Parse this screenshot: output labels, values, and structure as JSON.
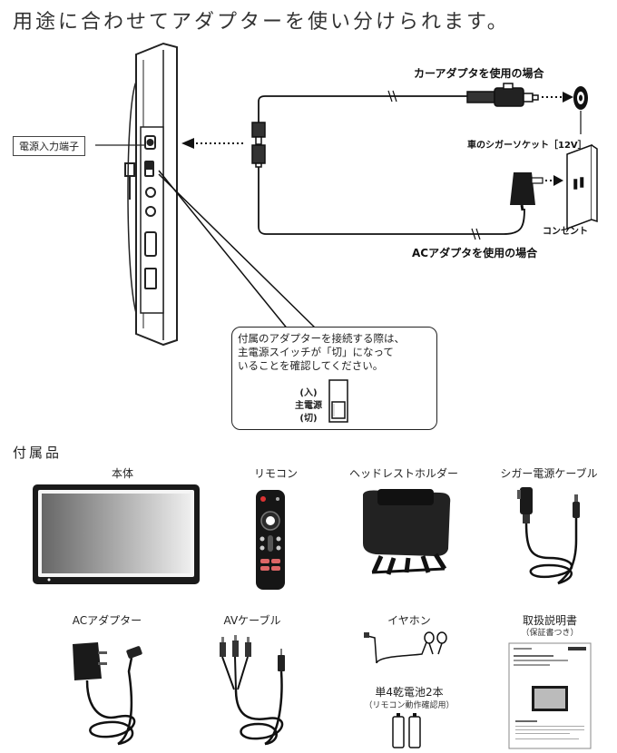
{
  "headline": "用途に合わせてアダプターを使い分けられます。",
  "diagram": {
    "power_port_label": "電源入力端子",
    "car_adapter_label": "カーアダプタを使用の場合",
    "cigar_socket_label": "車のシガーソケット［12V］",
    "outlet_label": "コンセント",
    "ac_adapter_label": "ACアダプタを使用の場合",
    "note_text": [
      "付属のアダプターを接続する際は、",
      "主電源スイッチが「切」になって",
      "いることを確認してください。"
    ],
    "switch": {
      "on": "(入)",
      "name": "主電源",
      "off": "(切)"
    }
  },
  "accessories": {
    "title": "付属品",
    "items": [
      {
        "label": "本体"
      },
      {
        "label": "リモコン"
      },
      {
        "label": "ヘッドレストホルダー"
      },
      {
        "label": "シガー電源ケーブル"
      },
      {
        "label": "ACアダプター"
      },
      {
        "label": "AVケーブル"
      },
      {
        "label": "イヤホン"
      },
      {
        "label": "取扱説明書",
        "sub": "（保証書つき）"
      }
    ],
    "battery": {
      "label": "単4乾電池2本",
      "sub": "（リモコン動作確認用）"
    }
  }
}
